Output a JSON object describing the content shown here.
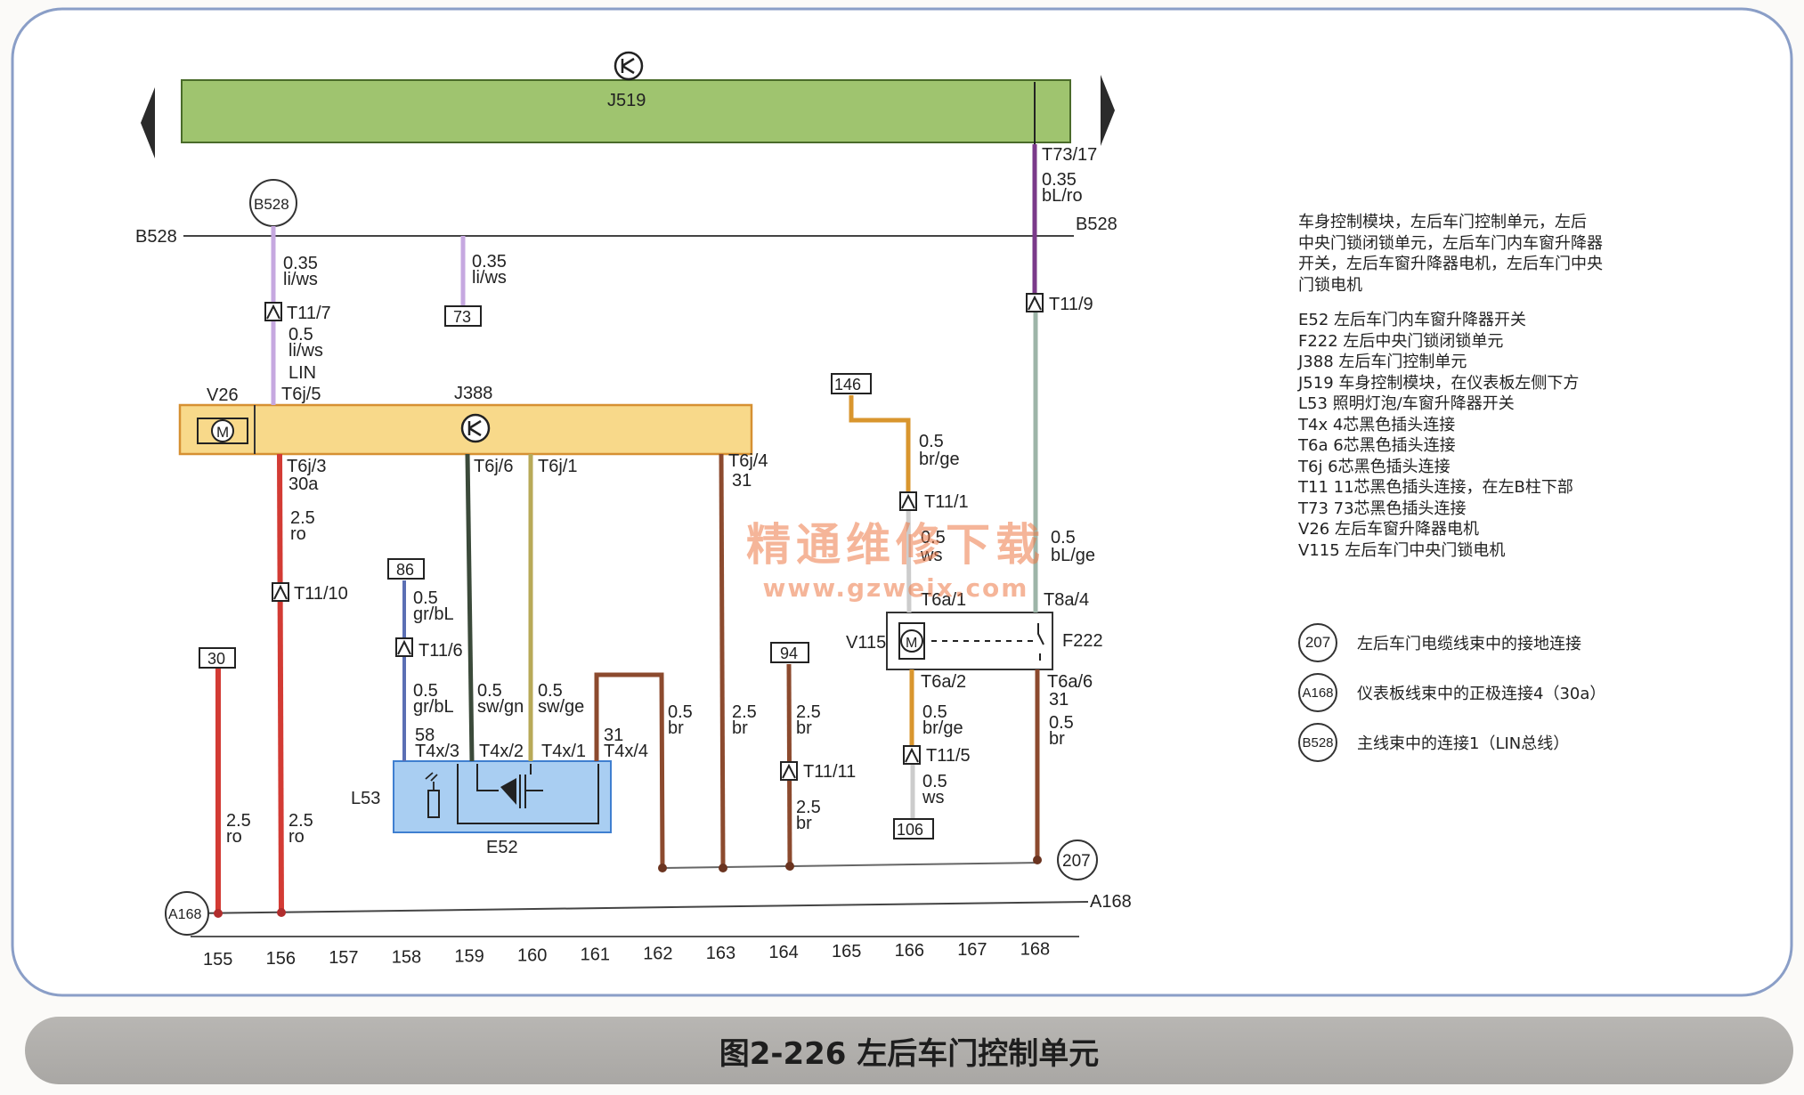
{
  "modules": {
    "j519": "J519",
    "j388": "J388",
    "v26": "V26",
    "v115": "V115",
    "f222": "F222",
    "l53": "L53",
    "e52": "E52",
    "motor_symbol": "M"
  },
  "buses": {
    "b528_left": "B528",
    "b528_right": "B528",
    "b528_node": "B528",
    "a168_node": "A168",
    "a168_right": "A168",
    "ground_207": "207"
  },
  "terminals": {
    "t30": "30",
    "t73": "73",
    "t86": "86",
    "t94": "94",
    "t106": "106",
    "t146": "146"
  },
  "wire_labels": {
    "t73_17": "T73/17",
    "w_035_blro_1": "0.35",
    "w_035_blro_2": "bL/ro",
    "t11_9": "T11/9",
    "w_b528_a1": "0.35",
    "w_b528_a2": "li/ws",
    "w_b528_b1": "0.35",
    "w_b528_b2": "li/ws",
    "t11_7": "T11/7",
    "w_05_liws_1": "0.5",
    "w_05_liws_2": "li/ws",
    "lin": "LIN",
    "t6j_5": "T6j/5",
    "t6j_3": "T6j/3",
    "t6j_3_n": "30a",
    "w_25ro_a1": "2.5",
    "w_25ro_a2": "ro",
    "t11_10": "T11/10",
    "t6j_6": "T6j/6",
    "t6j_1": "T6j/1",
    "t6j_4": "T6j/4",
    "t6j_4_n": "31",
    "w_05grbl_a1": "0.5",
    "w_05grbl_a2": "gr/bL",
    "t11_6": "T11/6",
    "w_05grbl_b1": "0.5",
    "w_05grbl_b2": "gr/bL",
    "w_swgn1": "0.5",
    "w_swgn2": "sw/gn",
    "w_swge1": "0.5",
    "w_swge2": "sw/ge",
    "pin58": "58",
    "t4x_3": "T4x/3",
    "t4x_2": "T4x/2",
    "t4x_1": "T4x/1",
    "pin31": "31",
    "t4x_4": "T4x/4",
    "w_05br_a1": "0.5",
    "w_05br_a2": "br",
    "w_25br_a1": "2.5",
    "w_25br_a2": "br",
    "w_25br_b1": "2.5",
    "w_25br_b2": "br",
    "t11_11": "T11/11",
    "w_25br_c1": "2.5",
    "w_25br_c2": "br",
    "w_25ro_b1": "2.5",
    "w_25ro_b2": "ro",
    "w_25ro_c1": "2.5",
    "w_25ro_c2": "ro",
    "w_brge_a1": "0.5",
    "w_brge_a2": "br/ge",
    "t11_1": "T11/1",
    "w_ws_a1": "0.5",
    "w_ws_a2": "ws",
    "w_blge1": "0.5",
    "w_blge2": "bL/ge",
    "t6a_1": "T6a/1",
    "t8a_4": "T8a/4",
    "t6a_2": "T6a/2",
    "t6a_6": "T6a/6",
    "t6a_6_n": "31",
    "w_05br_b1": "0.5",
    "w_05br_b2": "br",
    "w_brge_b1": "0.5",
    "w_brge_b2": "br/ge",
    "t11_5": "T11/5",
    "w_ws_b1": "0.5",
    "w_ws_b2": "ws"
  },
  "column_numbers": [
    "155",
    "156",
    "157",
    "158",
    "159",
    "160",
    "161",
    "162",
    "163",
    "164",
    "165",
    "166",
    "167",
    "168"
  ],
  "legend": {
    "title_lines": [
      "车身控制模块，左后车门控制单元，左后",
      "中央门锁闭锁单元，左后车门内车窗升降器",
      "开关，左后车窗升降器电机，左后车门中央",
      "门锁电机"
    ],
    "items": [
      "E52  左后车门内车窗升降器开关",
      "F222  左后中央门锁闭锁单元",
      "J388  左后车门控制单元",
      "J519  车身控制模块，在仪表板左侧下方",
      "L53  照明灯泡/车窗升降器开关",
      "T4x  4芯黑色插头连接",
      "T6a  6芯黑色插头连接",
      "T6j  6芯黑色插头连接",
      "T11  11芯黑色插头连接，在左B柱下部",
      "T73  73芯黑色插头连接",
      "V26  左后车窗升降器电机",
      "V115  左后车门中央门锁电机"
    ],
    "connections": [
      {
        "code": "207",
        "desc": "左后车门电缆线束中的接地连接"
      },
      {
        "code": "A168",
        "desc": "仪表板线束中的正极连接4（30a）"
      },
      {
        "code": "B528",
        "desc": "主线束中的连接1（LIN总线）"
      }
    ]
  },
  "watermark": {
    "line1": "精通维修下载",
    "line2": "www.gzweix.com"
  },
  "caption": "图2-226  左后车门控制单元",
  "colors": {
    "j519_fill": "#9fc46f",
    "j388_fill": "#f8d98a",
    "e52_fill": "#a9cef2",
    "red_wire": "#d33b34",
    "brown_wire": "#8c4a2e",
    "violet_wire": "#b79ad3",
    "frame": "#8a9ec7"
  }
}
